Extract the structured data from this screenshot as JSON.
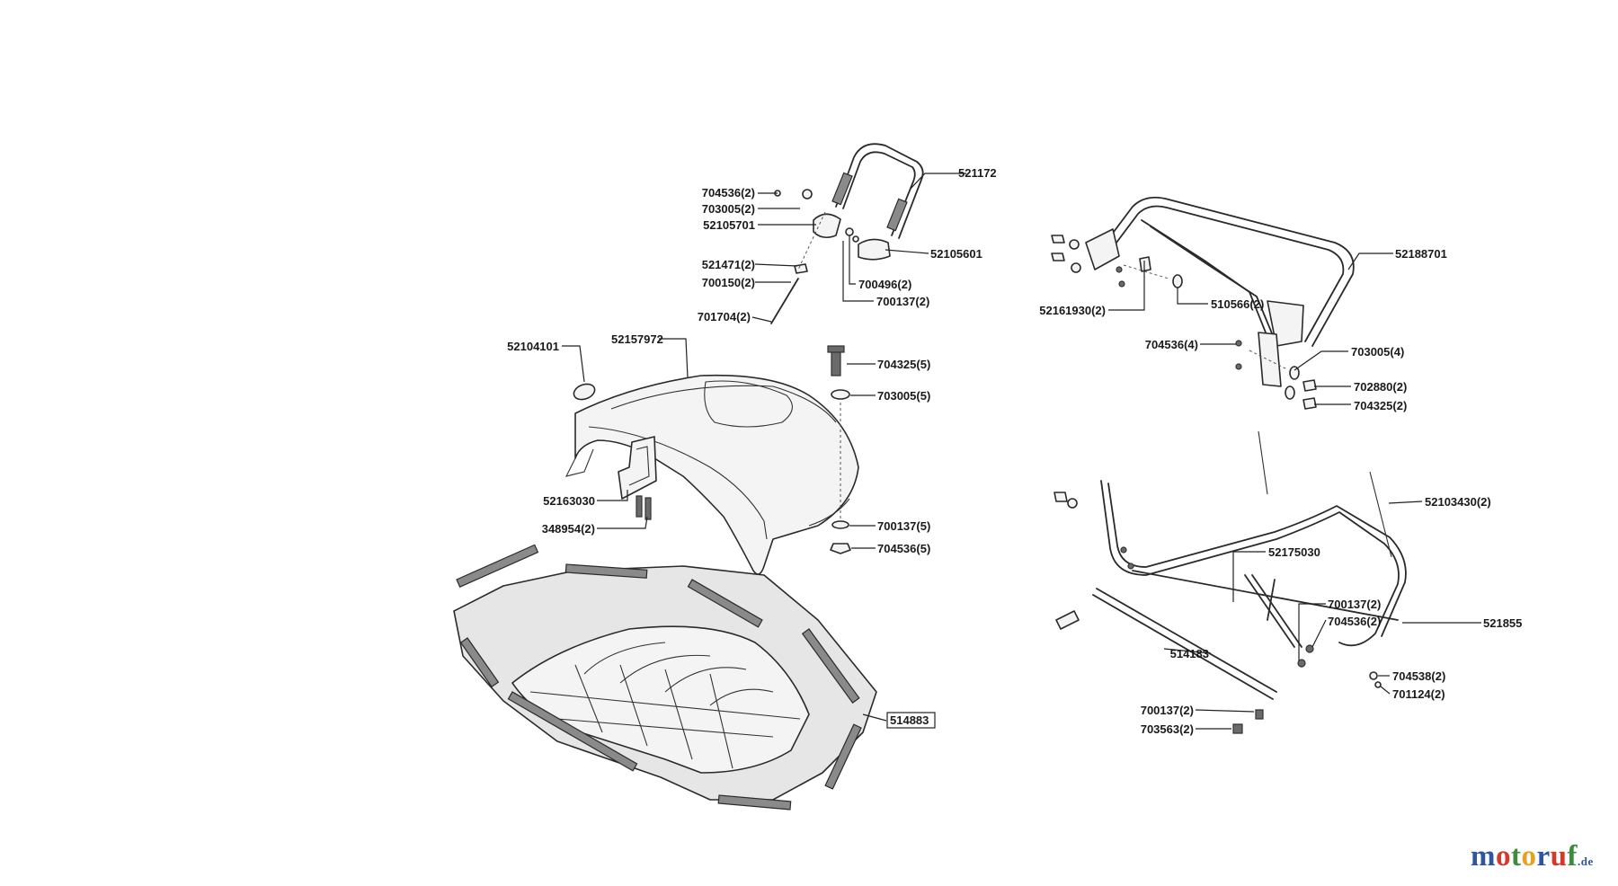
{
  "brand": {
    "letters": [
      "m",
      "o",
      "t",
      "o",
      "r",
      "u",
      "f"
    ],
    "colors": [
      "#2e56a0",
      "#d33a2c",
      "#3d8b3d",
      "#e8a020",
      "#2e56a0",
      "#d33a2c",
      "#3d8b3d"
    ],
    "tld": ".de"
  },
  "labels": [
    {
      "id": "p1",
      "text": "521172"
    },
    {
      "id": "p2",
      "text": "704536(2)"
    },
    {
      "id": "p3",
      "text": "703005(2)"
    },
    {
      "id": "p4",
      "text": "52105701"
    },
    {
      "id": "p5",
      "text": "52105601"
    },
    {
      "id": "p6",
      "text": "521471(2)"
    },
    {
      "id": "p7",
      "text": "700150(2)"
    },
    {
      "id": "p8",
      "text": "700496(2)"
    },
    {
      "id": "p9",
      "text": "700137(2)"
    },
    {
      "id": "p10",
      "text": "701704(2)"
    },
    {
      "id": "p11",
      "text": "52104101"
    },
    {
      "id": "p12",
      "text": "52157972"
    },
    {
      "id": "p13",
      "text": "704325(5)"
    },
    {
      "id": "p14",
      "text": "703005(5)"
    },
    {
      "id": "p15",
      "text": "52163030"
    },
    {
      "id": "p16",
      "text": "348954(2)"
    },
    {
      "id": "p17",
      "text": "700137(5)"
    },
    {
      "id": "p18",
      "text": "704536(5)"
    },
    {
      "id": "p19",
      "text": "514883",
      "boxed": true
    },
    {
      "id": "p20",
      "text": "52188701"
    },
    {
      "id": "p21",
      "text": "52161930(2)"
    },
    {
      "id": "p22",
      "text": "510566(2)"
    },
    {
      "id": "p23",
      "text": "704536(4)"
    },
    {
      "id": "p24",
      "text": "703005(4)"
    },
    {
      "id": "p25",
      "text": "702880(2)"
    },
    {
      "id": "p26",
      "text": "704325(2)"
    },
    {
      "id": "p27",
      "text": "52103430(2)"
    },
    {
      "id": "p28",
      "text": "52175030"
    },
    {
      "id": "p29",
      "text": "700137(2)"
    },
    {
      "id": "p30",
      "text": "704536(2)"
    },
    {
      "id": "p31",
      "text": "521855"
    },
    {
      "id": "p32",
      "text": "514183"
    },
    {
      "id": "p33",
      "text": "704538(2)"
    },
    {
      "id": "p34",
      "text": "701124(2)"
    },
    {
      "id": "p35",
      "text": "700137(2)"
    },
    {
      "id": "p36",
      "text": "703563(2)"
    }
  ]
}
